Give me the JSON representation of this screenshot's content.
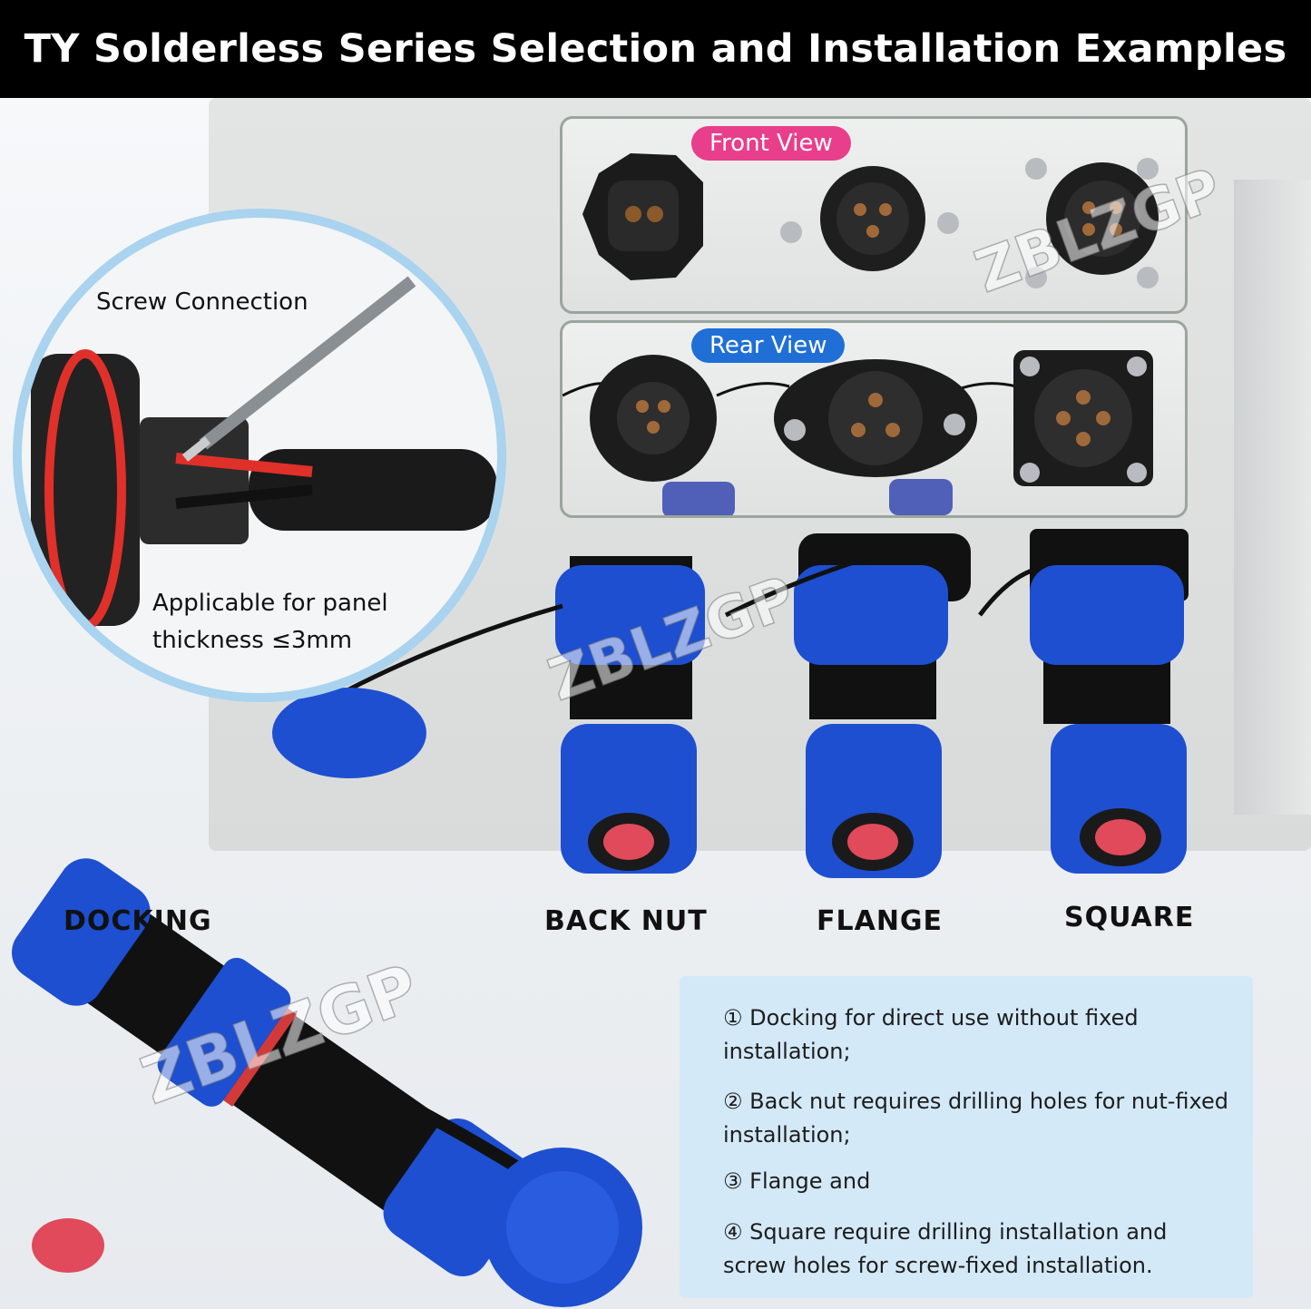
{
  "title": "TY Solderless Series Selection and Installation Examples",
  "inset": {
    "top_label": "Screw Connection",
    "bottom_line1": "Applicable for panel",
    "bottom_line2": "thickness ≤3mm"
  },
  "views": {
    "front": "Front View",
    "rear": "Rear View"
  },
  "connectors": {
    "docking": "DOCKING",
    "back_nut": "BACK NUT",
    "flange": "FLANGE",
    "square": "SQUARE"
  },
  "notes": [
    {
      "num": "①",
      "text": "Docking for direct use without fixed installation;"
    },
    {
      "num": "②",
      "text": "Back nut requires drilling holes for nut-fixed installation;"
    },
    {
      "num": "③",
      "text": "Flange and"
    },
    {
      "num": "④",
      "text": "Square require drilling installation and screw holes for screw-fixed installation."
    }
  ],
  "watermark": "ZBLZGP",
  "colors": {
    "title_bg": "#000000",
    "front_pill": "#e83e8c",
    "rear_pill": "#1f6fd6",
    "connector_blue": "#1d4fd0",
    "info_bg": "#d3e9f8",
    "inset_ring": "#a9d3ef"
  }
}
